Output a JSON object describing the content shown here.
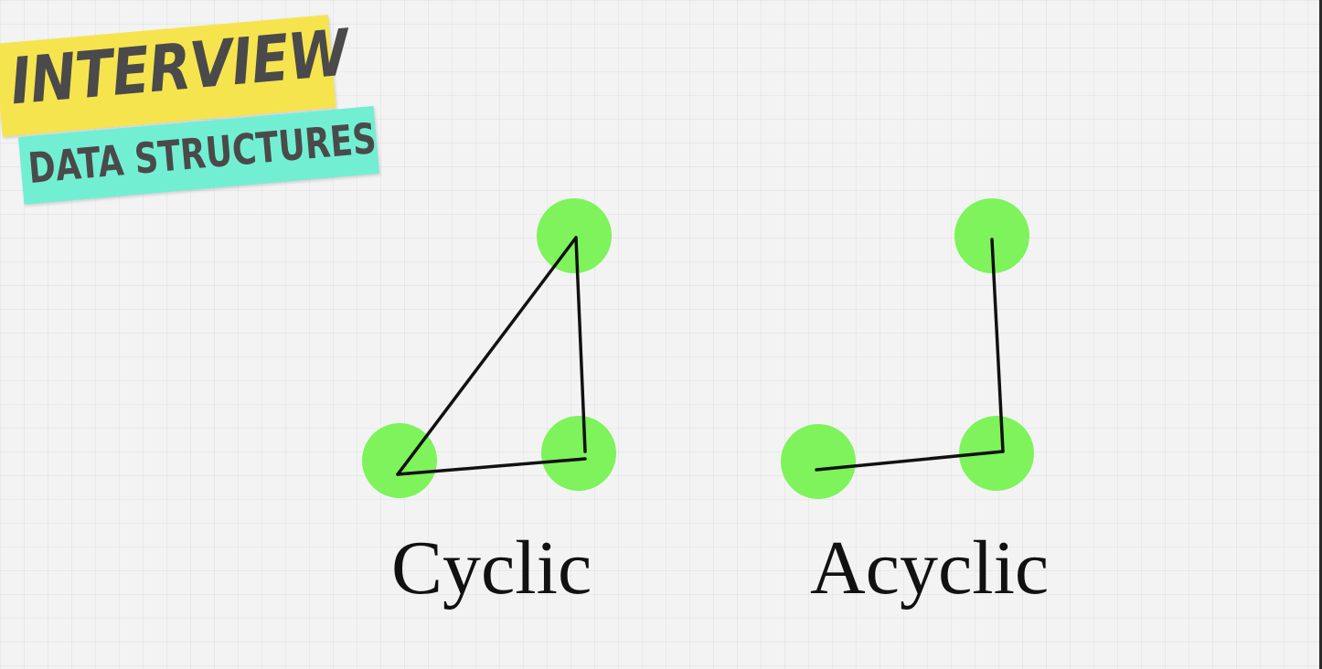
{
  "badge": {
    "line1": "INTERVIEW",
    "line2": "DATA STRUCTURES"
  },
  "colors": {
    "node": "#7ef35b",
    "edge": "#111111",
    "badge_yellow": "#f6e44f",
    "badge_teal": "#72efd2",
    "badge_text": "#4a4a4a",
    "background": "#f3f3f3"
  },
  "graphs": {
    "cyclic": {
      "label": "Cyclic",
      "nodes": [
        "top",
        "bottom-left",
        "bottom-right"
      ],
      "edges": [
        [
          "top",
          "bottom-left"
        ],
        [
          "bottom-left",
          "bottom-right"
        ],
        [
          "bottom-right",
          "top"
        ]
      ]
    },
    "acyclic": {
      "label": "Acyclic",
      "nodes": [
        "top",
        "bottom-left",
        "bottom-right"
      ],
      "edges": [
        [
          "top",
          "bottom-right"
        ],
        [
          "bottom-right",
          "bottom-left"
        ]
      ]
    }
  }
}
